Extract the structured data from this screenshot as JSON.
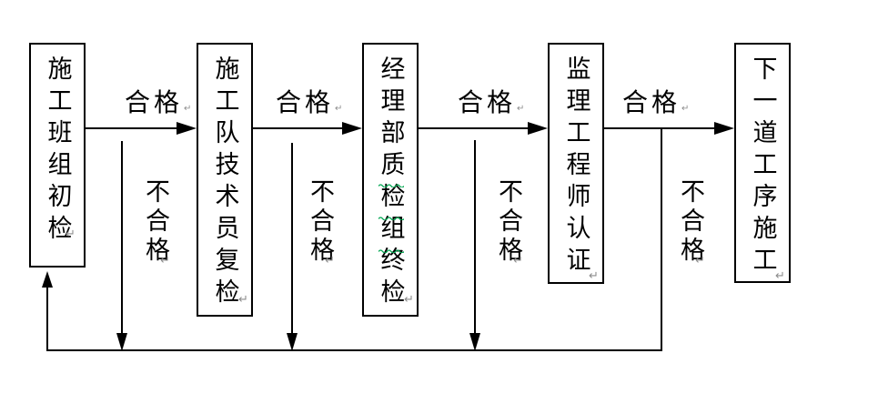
{
  "flow": {
    "boxes": [
      {
        "label": "施工班组初检"
      },
      {
        "label": "施工队技术员复检"
      },
      {
        "label": "经理部质检组终检"
      },
      {
        "label": "监理工程师认证"
      },
      {
        "label": "下一道工序施工"
      }
    ],
    "pass_labels": [
      "合格",
      "合格",
      "合格",
      "合格"
    ],
    "fail_labels": [
      "不合格",
      "不合格",
      "不合格",
      "不合格"
    ],
    "paragraph_mark": "↵",
    "spellcheck": {
      "box_label": "经理部质检组终检",
      "underlined_chars": "质检组"
    },
    "colors": {
      "line": "#000000",
      "text": "#000000",
      "spellcheck_wavy": "#00a651",
      "paragraph_mark": "#8c8c8c"
    }
  }
}
